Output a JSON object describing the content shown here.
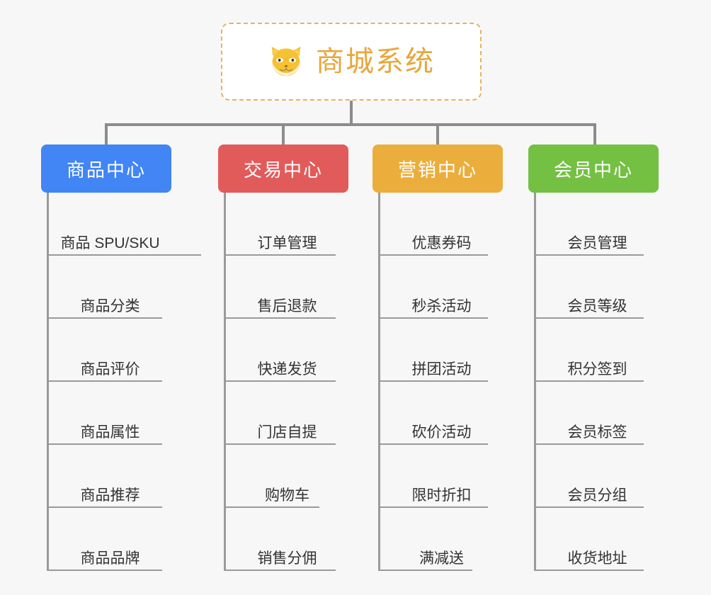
{
  "diagram": {
    "type": "mind-map",
    "background_color": "#f7f7f7",
    "connector_color": "#8c8c8c"
  },
  "root": {
    "title": "商城系统",
    "icon": "shiba-dog-icon",
    "text_color": "#e8a63c",
    "border_color": "#e8b35c",
    "background_color": "#ffffff"
  },
  "categories": [
    {
      "label": "商品中心",
      "color": "#4285f4",
      "items": [
        "商品 SPU/SKU",
        "商品分类",
        "商品评价",
        "商品属性",
        "商品推荐",
        "商品品牌"
      ]
    },
    {
      "label": "交易中心",
      "color": "#e25b5b",
      "items": [
        "订单管理",
        "售后退款",
        "快递发货",
        "门店自提",
        "购物车",
        "销售分佣"
      ]
    },
    {
      "label": "营销中心",
      "color": "#ebae3c",
      "items": [
        "优惠券码",
        "秒杀活动",
        "拼团活动",
        "砍价活动",
        "限时折扣",
        "满减送"
      ]
    },
    {
      "label": "会员中心",
      "color": "#74c043",
      "items": [
        "会员管理",
        "会员等级",
        "积分签到",
        "会员标签",
        "会员分组",
        "收货地址"
      ]
    }
  ]
}
